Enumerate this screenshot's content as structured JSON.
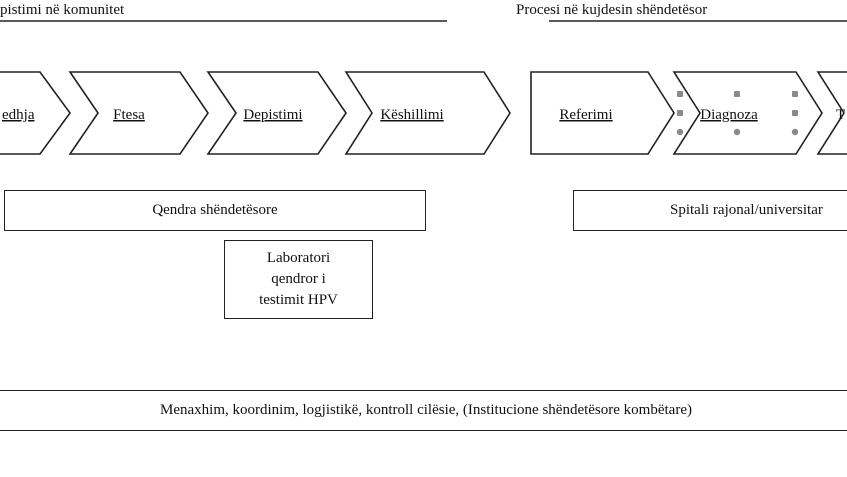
{
  "sections": {
    "left_header": "pistimi në komunitet",
    "right_header": "Procesi në kujdesin shëndetësor"
  },
  "steps": [
    {
      "label": "edhja",
      "underline": true
    },
    {
      "label": "Ftesa",
      "underline": true
    },
    {
      "label": "Depistimi",
      "underline": true
    },
    {
      "label": "Këshillimi",
      "underline": true
    },
    {
      "label": "Referimi",
      "underline": true
    },
    {
      "label": "Diagnoza",
      "underline": true,
      "selected": true
    },
    {
      "label": "T",
      "underline": false,
      "color": "#c00000"
    }
  ],
  "boxes": {
    "qendra": "Qendra shëndetësore",
    "spitali": "Spitali rajonal/universitar",
    "laboratori": [
      "Laboratori",
      "qendror i",
      "testimit HPV"
    ],
    "footer": "Menaxhim, koordinim, logjistikë, kontroll cilësie, (Institucione shëndetësore kombëtare)"
  },
  "colors": {
    "stroke": "#222222",
    "spellcheck_underline": "#d00000",
    "handle": "#8a8a8a",
    "truncated_text": "#c00000"
  }
}
